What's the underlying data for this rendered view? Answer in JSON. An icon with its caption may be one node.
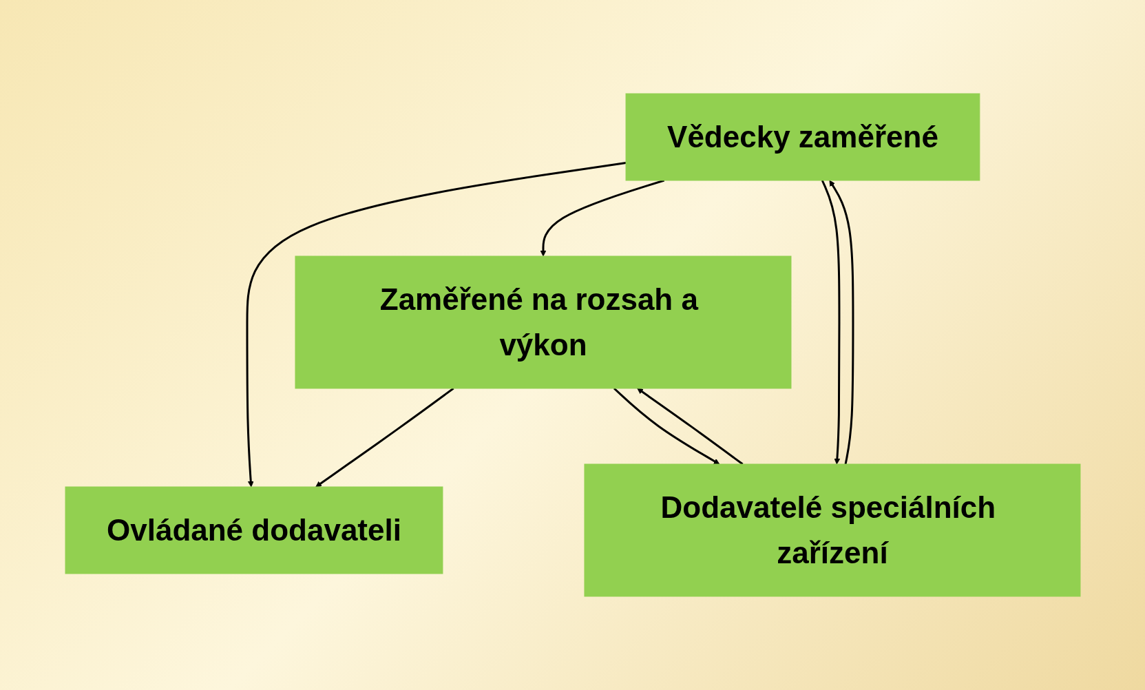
{
  "diagram": {
    "nodes": [
      {
        "text": [
          "Ovládané dodavateli"
        ]
      },
      {
        "text": [
          "Vědecky zaměřené"
        ]
      },
      {
        "text": [
          "Zaměřené na rozsah a výkon"
        ]
      },
      {
        "text": [
          "Dodavatelé speciálních zařízení"
        ]
      }
    ],
    "edges": [
      {
        "from": 1,
        "to": 0,
        "arrow": "to"
      },
      {
        "from": 2,
        "to": 0,
        "arrow": "to"
      },
      {
        "from": 1,
        "to": 2,
        "arrow": "to"
      },
      {
        "from": 1,
        "to": 3,
        "arrow": "to"
      },
      {
        "from": 3,
        "to": 1,
        "arrow": "to"
      },
      {
        "from": 3,
        "to": 2,
        "arrow": "to"
      },
      {
        "from": 2,
        "to": 3,
        "arrow": "to"
      }
    ]
  }
}
